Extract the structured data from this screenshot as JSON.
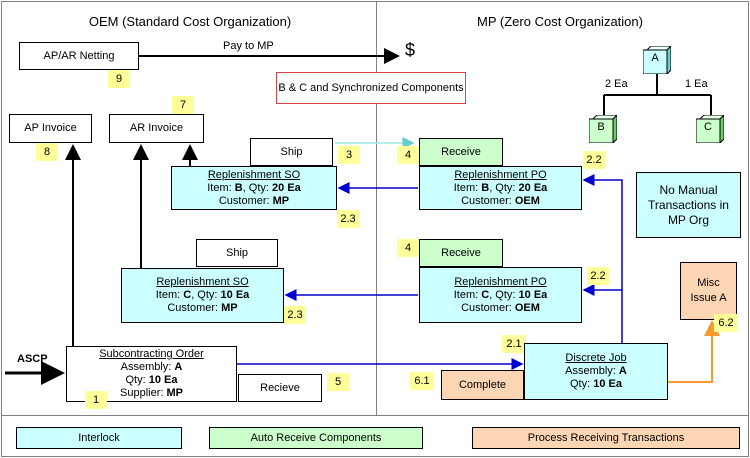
{
  "titles": {
    "left": "OEM (Standard Cost Organization)",
    "right": "MP (Zero Cost Organization)"
  },
  "ap_ar_netting": "AP/AR Netting",
  "pay_to_mp": "Pay to MP",
  "dollar": "$",
  "sync_components": "B & C and Synchronized Components",
  "ap_invoice": "AP Invoice",
  "ar_invoice": "AR Invoice",
  "ship": "Ship",
  "receive": "Receive",
  "recieve": "Recieve",
  "complete": "Complete",
  "ascp": "ASCP",
  "no_manual": "No Manual Transactions in MP Org",
  "misc_issue": "Misc Issue A",
  "bom": {
    "a": "A",
    "b": "B",
    "c": "C",
    "b_qty": "2 Ea",
    "c_qty": "1 Ea"
  },
  "so_b": {
    "title": "Replenishment SO",
    "item_pre": "Item: ",
    "item": "B",
    "qty_pre": ", Qty: ",
    "qty": "20 Ea",
    "cust_pre": "Customer: ",
    "cust": "MP"
  },
  "so_c": {
    "title": "Replenishment SO",
    "item_pre": "Item: ",
    "item": "C",
    "qty_pre": ", Qty: ",
    "qty": "10 Ea",
    "cust_pre": "Customer: ",
    "cust": "MP"
  },
  "po_b": {
    "title": "Replenishment PO",
    "item_pre": "Item: ",
    "item": "B",
    "qty_pre": ", Qty: ",
    "qty": "20 Ea",
    "cust_pre": "Customer: ",
    "cust": "OEM"
  },
  "po_c": {
    "title": "Replenishment PO",
    "item_pre": "Item: ",
    "item": "C",
    "qty_pre": ", Qty: ",
    "qty": "10 Ea",
    "cust_pre": "Customer: ",
    "cust": "OEM"
  },
  "sub_order": {
    "title": "Subcontracting Order",
    "asm_pre": "Assembly: ",
    "asm": "A",
    "qty_pre": "Qty: ",
    "qty": "10 Ea",
    "sup_pre": "Supplier: ",
    "sup": "MP"
  },
  "discrete_job": {
    "title": "Discrete Job",
    "asm_pre": "Assembly: ",
    "asm": "A",
    "qty_pre": "Qty: ",
    "qty": "10 Ea"
  },
  "steps": {
    "s9": "9",
    "s7": "7",
    "s8": "8",
    "s3": "3",
    "s4a": "4",
    "s4b": "4",
    "s22a": "2.2",
    "s22b": "2.2",
    "s23a": "2.3",
    "s23b": "2.3",
    "s21": "2.1",
    "s1": "1",
    "s5": "5",
    "s61": "6.1",
    "s62": "6.2"
  },
  "legend": {
    "interlock": "Interlock",
    "auto": "Auto Receive Components",
    "process": "Process Receiving Transactions"
  },
  "colors": {
    "interlock": "#ccffff",
    "auto": "#ccffcc",
    "process": "#fcd5b4",
    "note": "#ffff99",
    "blue_arrow": "#0000cc",
    "orange_arrow": "#f79a29"
  }
}
